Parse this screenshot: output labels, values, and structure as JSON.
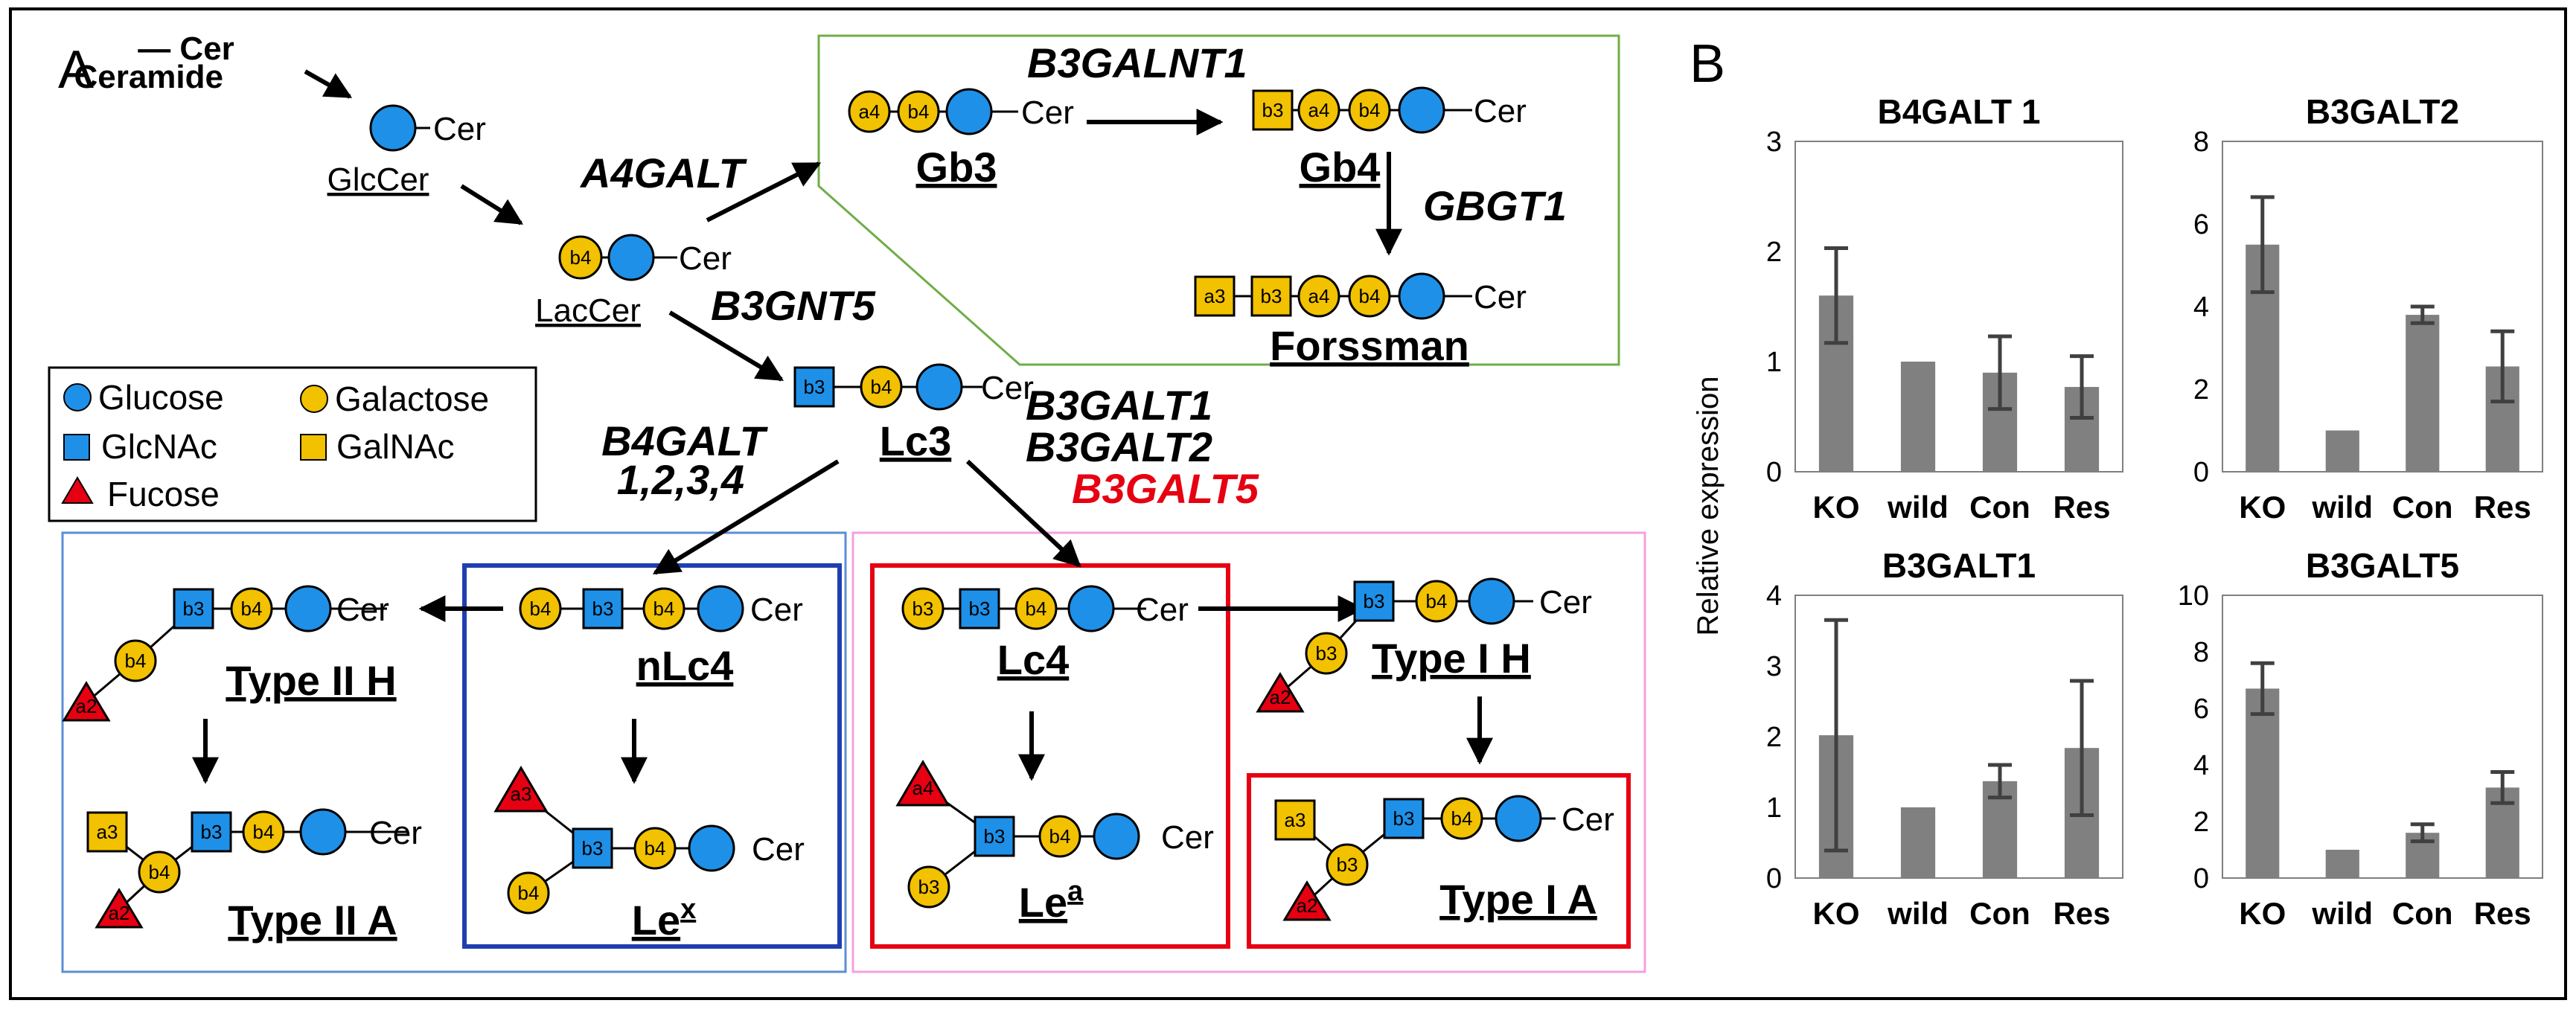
{
  "panels": {
    "a": "A",
    "b": "B"
  },
  "labels": {
    "cer": "Cer",
    "ceramide": "Ceramide",
    "cer_short": "— Cer"
  },
  "enzymes": {
    "a4galt": "A4GALT",
    "b3galnt1": "B3GALNT1",
    "gbgt1": "GBGT1",
    "b3gnt5": "B3GNT5",
    "b4galt_line1": "B4GALT",
    "b4galt_line2": "1,2,3,4",
    "b3galt1": "B3GALT1",
    "b3galt2": "B3GALT2",
    "b3galt5": "B3GALT5"
  },
  "glycans": {
    "glccer": "GlcCer",
    "laccer": "LacCer",
    "gb3": "Gb3",
    "gb4": "Gb4",
    "forssman": "Forssman",
    "lc3": "Lc3",
    "nlc4": "nLc4",
    "lc4": "Lc4",
    "type2h": "Type II H",
    "type2a": "Type II A",
    "type1h": "Type I H",
    "type1a": "Type I A",
    "lex_base": "Le",
    "lex_sup": "x",
    "lea_base": "Le",
    "lea_sup": "a"
  },
  "legend": {
    "glucose": "Glucose",
    "galactose": "Galactose",
    "glcnac": "GlcNAc",
    "galnac": "GalNAc",
    "fucose": "Fucose"
  },
  "colors": {
    "glucose": "#1e90e8",
    "galactose": "#f2c100",
    "glcnac": "#1e90e8",
    "galnac": "#f2c100",
    "fucose": "#e60012",
    "bar": "#808080",
    "box_green": "#70ad47",
    "box_blue": "#1f3fb0",
    "box_red": "#e60012",
    "box_pink": "#f4a0e0",
    "box_lightblue": "#5b8fd6",
    "highlight_red": "#e60012"
  },
  "chart_data": [
    {
      "type": "bar",
      "title": "B4GALT 1",
      "categories": [
        "KO",
        "wild",
        "Con",
        "Res"
      ],
      "values": [
        1.6,
        1.0,
        0.9,
        0.77
      ],
      "errors": [
        0.43,
        0.0,
        0.33,
        0.28
      ],
      "ylim": [
        0,
        3
      ],
      "yticks": [
        0,
        1,
        2,
        3
      ],
      "ylabel": "Relative expression"
    },
    {
      "type": "bar",
      "title": "B3GALT2",
      "categories": [
        "KO",
        "wild",
        "Con",
        "Res"
      ],
      "values": [
        5.5,
        1.0,
        3.8,
        2.55
      ],
      "errors": [
        1.15,
        0.0,
        0.2,
        0.85
      ],
      "ylim": [
        0,
        8
      ],
      "yticks": [
        0,
        2,
        4,
        6,
        8
      ],
      "ylabel": ""
    },
    {
      "type": "bar",
      "title": "B3GALT1",
      "categories": [
        "KO",
        "wild",
        "Con",
        "Res"
      ],
      "values": [
        2.02,
        1.0,
        1.37,
        1.84
      ],
      "errors": [
        1.63,
        0.0,
        0.23,
        0.95
      ],
      "ylim": [
        0,
        4
      ],
      "yticks": [
        0,
        1,
        2,
        3,
        4
      ],
      "ylabel": ""
    },
    {
      "type": "bar",
      "title": "B3GALT5",
      "categories": [
        "KO",
        "wild",
        "Con",
        "Res"
      ],
      "values": [
        6.7,
        1.0,
        1.6,
        3.2
      ],
      "errors": [
        0.9,
        0.0,
        0.3,
        0.55
      ],
      "ylim": [
        0,
        10
      ],
      "yticks": [
        0,
        2,
        4,
        6,
        8,
        10
      ],
      "ylabel": ""
    }
  ]
}
